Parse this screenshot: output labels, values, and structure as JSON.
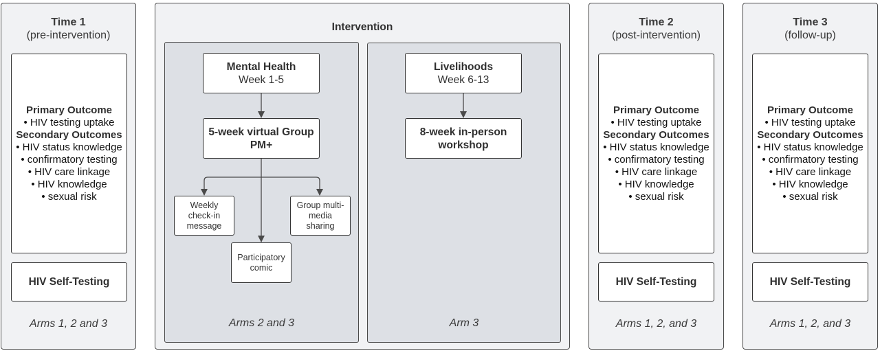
{
  "time1": {
    "title": "Time 1",
    "subtitle": "(pre-intervention)",
    "primary_header": "Primary Outcome",
    "primary_items": [
      "• HIV testing uptake"
    ],
    "secondary_header": "Secondary Outcomes",
    "secondary_items": [
      "• HIV status knowledge",
      "• confirmatory testing",
      "• HIV care linkage",
      "• HIV knowledge",
      "• sexual risk"
    ],
    "self_testing": "HIV Self-Testing",
    "arms": "Arms 1, 2 and 3"
  },
  "intervention": {
    "title": "Intervention",
    "mental_health": {
      "title": "Mental Health",
      "weeks": "Week 1-5",
      "program": "5-week virtual Group PM+",
      "components": {
        "weekly": "Weekly check-in message",
        "group": "Group multi-media sharing",
        "comic": "Participatory comic"
      },
      "arms": "Arms 2 and 3"
    },
    "livelihoods": {
      "title": "Livelihoods",
      "weeks": "Week 6-13",
      "program": "8-week in-person workshop",
      "arms": "Arm 3"
    }
  },
  "time2": {
    "title": "Time 2",
    "subtitle": "(post-intervention)",
    "primary_header": "Primary Outcome",
    "primary_items": [
      "• HIV testing uptake"
    ],
    "secondary_header": "Secondary Outcomes",
    "secondary_items": [
      "• HIV status knowledge",
      "• confirmatory testing",
      "• HIV care linkage",
      "• HIV knowledge",
      "• sexual risk"
    ],
    "self_testing": "HIV Self-Testing",
    "arms": "Arms 1, 2, and 3"
  },
  "time3": {
    "title": "Time 3",
    "subtitle": "(follow-up)",
    "primary_header": "Primary Outcome",
    "primary_items": [
      "• HIV testing uptake"
    ],
    "secondary_header": "Secondary Outcomes",
    "secondary_items": [
      "• HIV status knowledge",
      "• confirmatory testing",
      "• HIV care linkage",
      "• HIV knowledge",
      "• sexual risk"
    ],
    "self_testing": "HIV Self-Testing",
    "arms": "Arms 1, 2, and 3"
  },
  "colors": {
    "panel": "#f1f2f4",
    "subpanel": "#dde0e5",
    "border": "#4a4a4a",
    "box": "#ffffff"
  }
}
